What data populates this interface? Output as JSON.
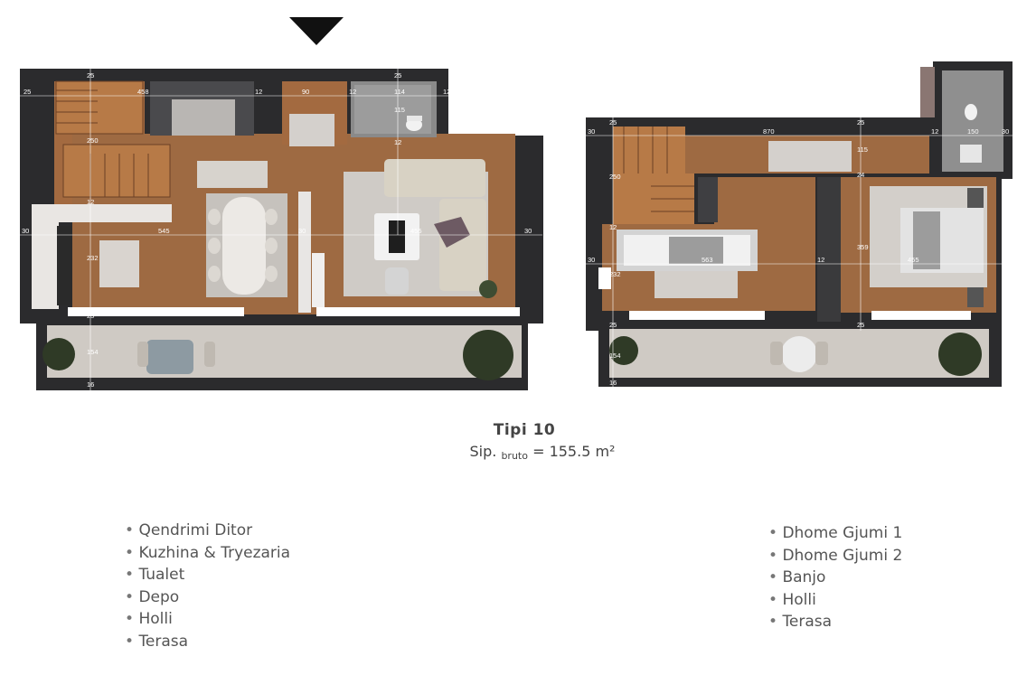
{
  "plan_title": "Tipi 10",
  "area": {
    "prefix": "Sip.",
    "subscript": "bruto",
    "value": "= 155.5 m²"
  },
  "floor1_rooms": [
    "Qendrimi Ditor",
    "Kuzhina & Tryezaria",
    "Tualet",
    "Depo",
    "Holli",
    "Terasa"
  ],
  "floor2_rooms": [
    "Dhome Gjumi 1",
    "Dhome Gjumi 2",
    "Banjo",
    "Holli",
    "Terasa"
  ],
  "floor1_dims": {
    "top_25a": "25",
    "top_458": "458",
    "top_12a": "12",
    "top_90": "90",
    "top_12b": "12",
    "top_114": "114",
    "top_12c": "12",
    "top_25b": "25",
    "v_250": "250",
    "v_12": "12",
    "v_232": "232",
    "v_154": "154",
    "v_16": "16",
    "v_115": "115",
    "v_12b": "12",
    "mid_30a": "30",
    "mid_545": "545",
    "mid_30b": "30",
    "mid_455": "455",
    "mid_30c": "30"
  },
  "floor2_dims": {
    "top_30a": "30",
    "top_870": "870",
    "top_12": "12",
    "top_150": "150",
    "top_30b": "30",
    "v_25a": "25",
    "v_250": "250",
    "v_12": "12",
    "v_232": "232",
    "v_25b": "25",
    "v_154": "154",
    "v_16": "16",
    "v_25c": "25",
    "v_115": "115",
    "v_24": "24",
    "v_359": "359",
    "v_25d": "25",
    "mid_30a": "30",
    "mid_563": "563",
    "mid_12": "12",
    "mid_455": "455",
    "mid_30b": "30"
  },
  "colors": {
    "wall": "#2b2b2d",
    "floor_wood": "#a36a40",
    "terrace": "#cfcac4",
    "rug": "#d3cfca",
    "sofa": "#d8d2c4",
    "plant": "#2f3a26"
  }
}
